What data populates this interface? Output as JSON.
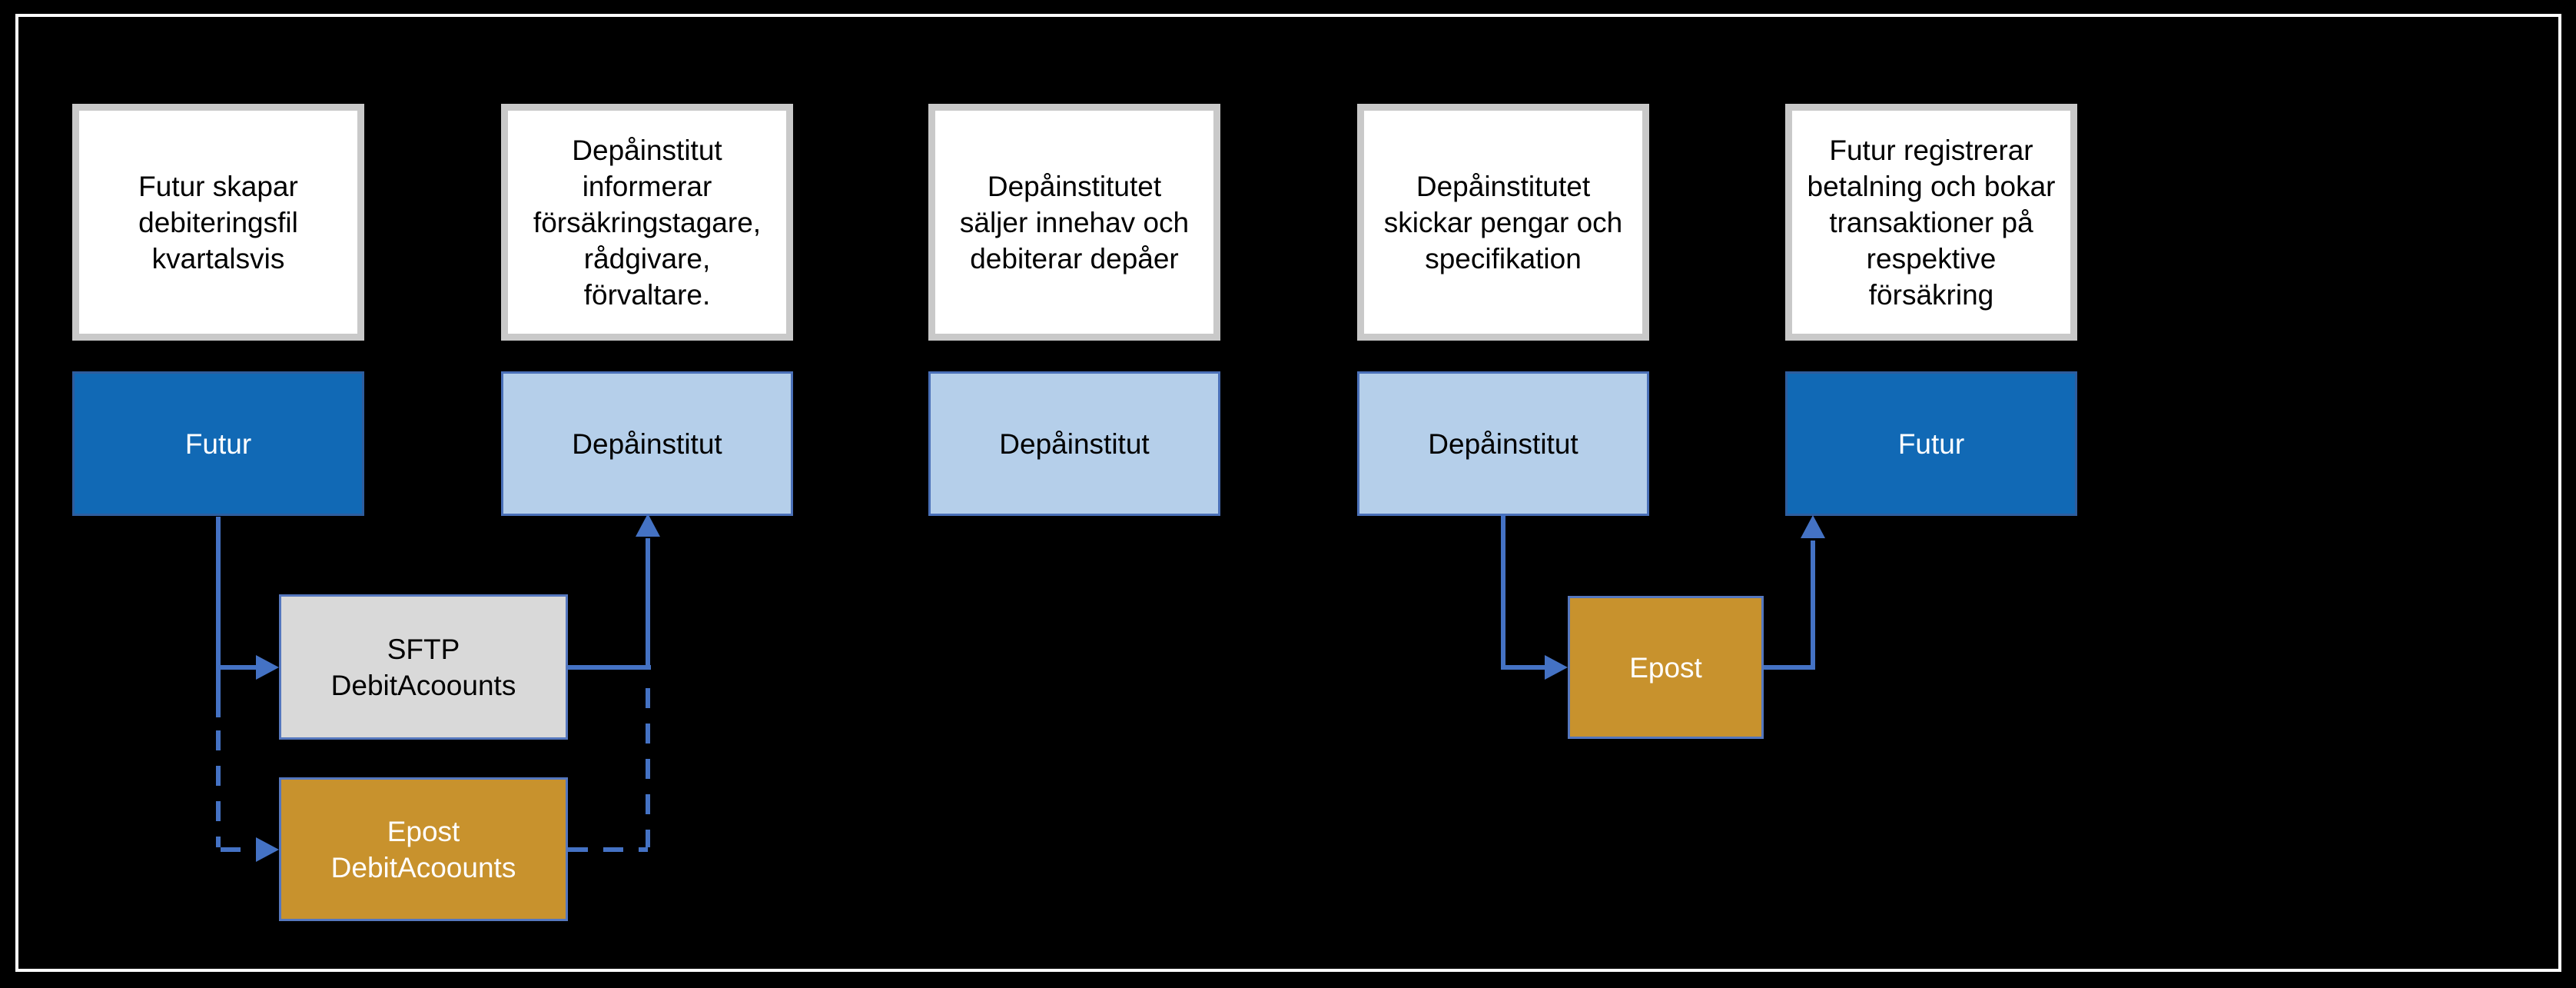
{
  "diagram": {
    "columns": [
      {
        "note": "Futur skapar\ndebiteringsfil\nkvartalsvis",
        "actor": "Futur"
      },
      {
        "note": "Depåinstitut\ninformerar\nförsäkringstagare,\nrådgivare,\nförvaltare.",
        "actor": "Depåinstitut"
      },
      {
        "note": "Depåinstitutet\nsäljer innehav och\ndebiterar depåer",
        "actor": "Depåinstitut"
      },
      {
        "note": "Depåinstitutet\nskickar pengar och\nspecifikation",
        "actor": "Depåinstitut"
      },
      {
        "note": "Futur registrerar\nbetalning och bokar\ntransaktioner på\nrespektive\nförsäkring",
        "actor": "Futur"
      }
    ],
    "channels": {
      "sftp_debit": "SFTP\nDebitAcoounts",
      "epost_debit": "Epost\nDebitAcoounts",
      "epost": "Epost"
    },
    "colors": {
      "background": "#000000",
      "frame_border": "#FFFFFF",
      "futur_fill": "#1169B5",
      "depainstitut_fill": "#B5CFEA",
      "gold_fill": "#C8922D",
      "gray_fill": "#D9D9D9",
      "note_border": "#C9C9C9",
      "arrow": "#4472C4"
    }
  }
}
